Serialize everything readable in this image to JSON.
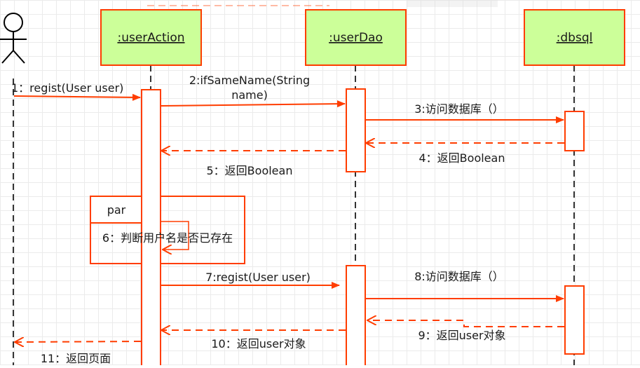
{
  "actor": {
    "name": ""
  },
  "lifelines": [
    {
      "id": "userAction",
      "label": ":userAction"
    },
    {
      "id": "userDao",
      "label": ":userDao"
    },
    {
      "id": "dbsql",
      "label": ":dbsql"
    }
  ],
  "fragment": {
    "operator": "par"
  },
  "messages": [
    {
      "id": "m1",
      "label": "1：regist(User user)"
    },
    {
      "id": "m2",
      "label_line1": "2:ifSameName(String",
      "label_line2": "name)"
    },
    {
      "id": "m3",
      "label": "3:访问数据库（）"
    },
    {
      "id": "m4",
      "label": "4：返回Boolean"
    },
    {
      "id": "m5",
      "label": "5：返回Boolean"
    },
    {
      "id": "m6",
      "label": "6：判断用户名是否已存在"
    },
    {
      "id": "m7",
      "label": "7:regist(User user)"
    },
    {
      "id": "m8",
      "label": "8:访问数据库（）"
    },
    {
      "id": "m9",
      "label": "9：返回user对象"
    },
    {
      "id": "m10",
      "label": "10：返回user对象"
    },
    {
      "id": "m11",
      "label": "11：返回页面"
    }
  ],
  "colors": {
    "box_fill": "#ccff99",
    "accent": "#ff3d00",
    "lifeline": "#333333"
  }
}
